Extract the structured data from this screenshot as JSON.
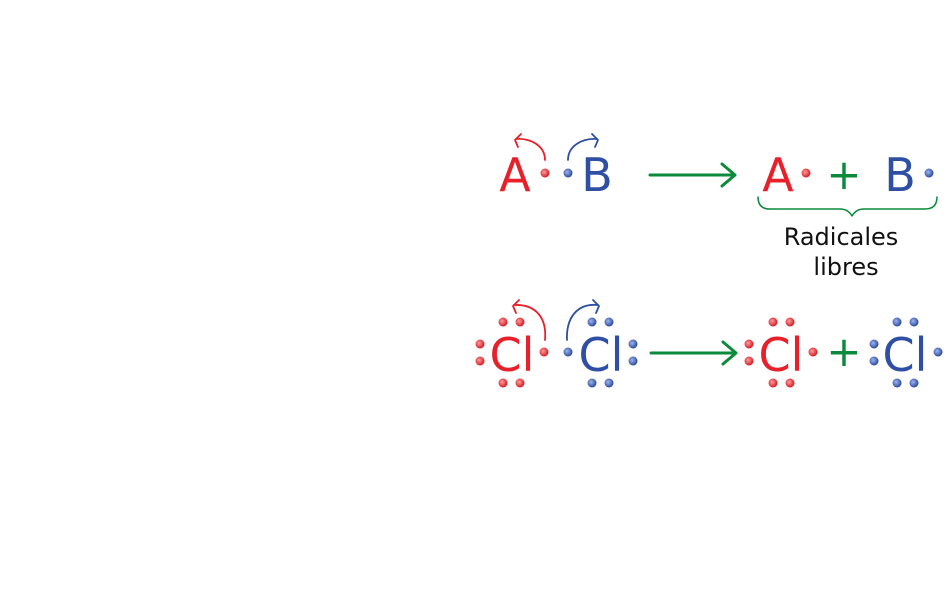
{
  "colors": {
    "atom_a": "#e8202a",
    "atom_b": "#2e4fa3",
    "arrow": "#0a8a3a",
    "text": "#111111"
  },
  "reaction_general": {
    "reactant_a": "A",
    "reactant_b": "B",
    "product_a": "A",
    "product_b": "B",
    "plus": "+"
  },
  "brace_label": {
    "line1": "Radicales",
    "line2": "libres"
  },
  "reaction_chlorine": {
    "reactant_1": "Cl",
    "reactant_2": "Cl",
    "product_1": "Cl",
    "product_2": "Cl",
    "plus": "+"
  },
  "icons": {
    "reaction_arrow": "long-right-arrow",
    "electron_shift": "curved-arrow",
    "electron": "dot"
  }
}
